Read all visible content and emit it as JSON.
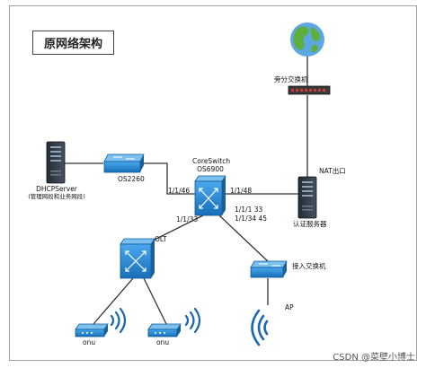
{
  "title": "原网络架构",
  "nodes": {
    "internet": {
      "label": ""
    },
    "bypass_switch": {
      "label": "旁分交换机"
    },
    "nat_server": {
      "label": "NAT出口"
    },
    "auth_server": {
      "label": "认证服务器"
    },
    "dhcp_server": {
      "label_line1": "DHCPServer",
      "label_line2": "(管理网段和业务网段)"
    },
    "os2260": {
      "label": "OS2260"
    },
    "core_switch": {
      "label_line1": "CoreSwitch",
      "label_line2": "OS6900"
    },
    "olt": {
      "label": "OLT"
    },
    "access_switch": {
      "label": "接入交换机"
    },
    "ap": {
      "label": "AP"
    },
    "onu_left": {
      "label": "onu"
    },
    "onu_right": {
      "label": "onu"
    }
  },
  "ports": {
    "core_left": "1/1/46",
    "core_right": "1/1/48",
    "core_bottom_left": "1/1/33",
    "core_bottom_right_1": "1/1/1  33",
    "core_bottom_right_2": "1/1/34  45"
  },
  "colors": {
    "device_blue": "#1f7fcf",
    "server_dark": "#2f3b47",
    "link": "#333333"
  },
  "watermark": "CSDN @菜壁小博士"
}
